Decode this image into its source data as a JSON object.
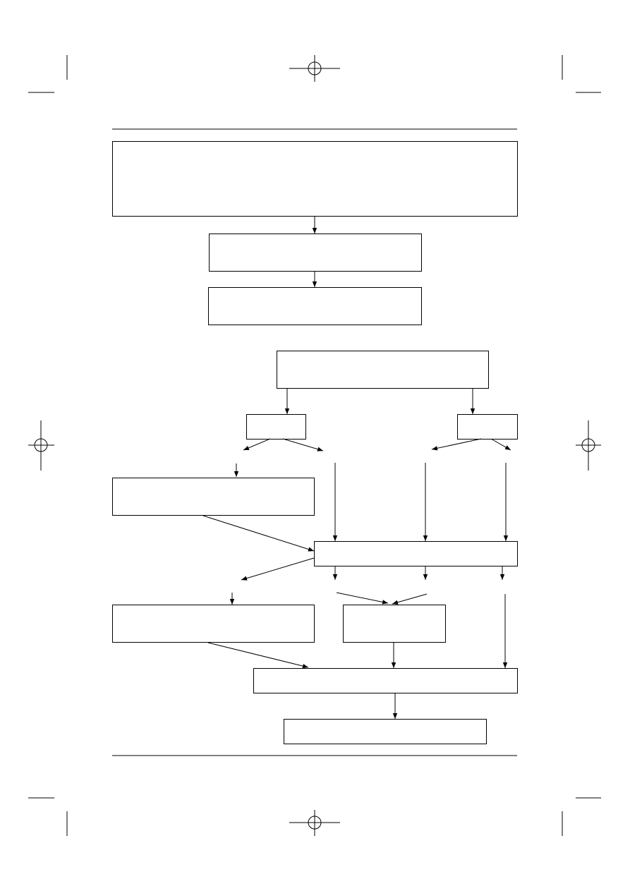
{
  "page": {
    "background": "#ffffff",
    "line_color": "#000000"
  },
  "diagram": {
    "type": "flowchart",
    "text_visible": false,
    "boxes": [
      {
        "id": "box-1"
      },
      {
        "id": "box-2"
      },
      {
        "id": "box-3"
      },
      {
        "id": "box-4"
      },
      {
        "id": "box-5"
      },
      {
        "id": "box-6"
      },
      {
        "id": "box-7"
      },
      {
        "id": "box-8"
      },
      {
        "id": "box-9"
      },
      {
        "id": "box-10"
      },
      {
        "id": "box-11"
      },
      {
        "id": "box-12"
      }
    ]
  }
}
